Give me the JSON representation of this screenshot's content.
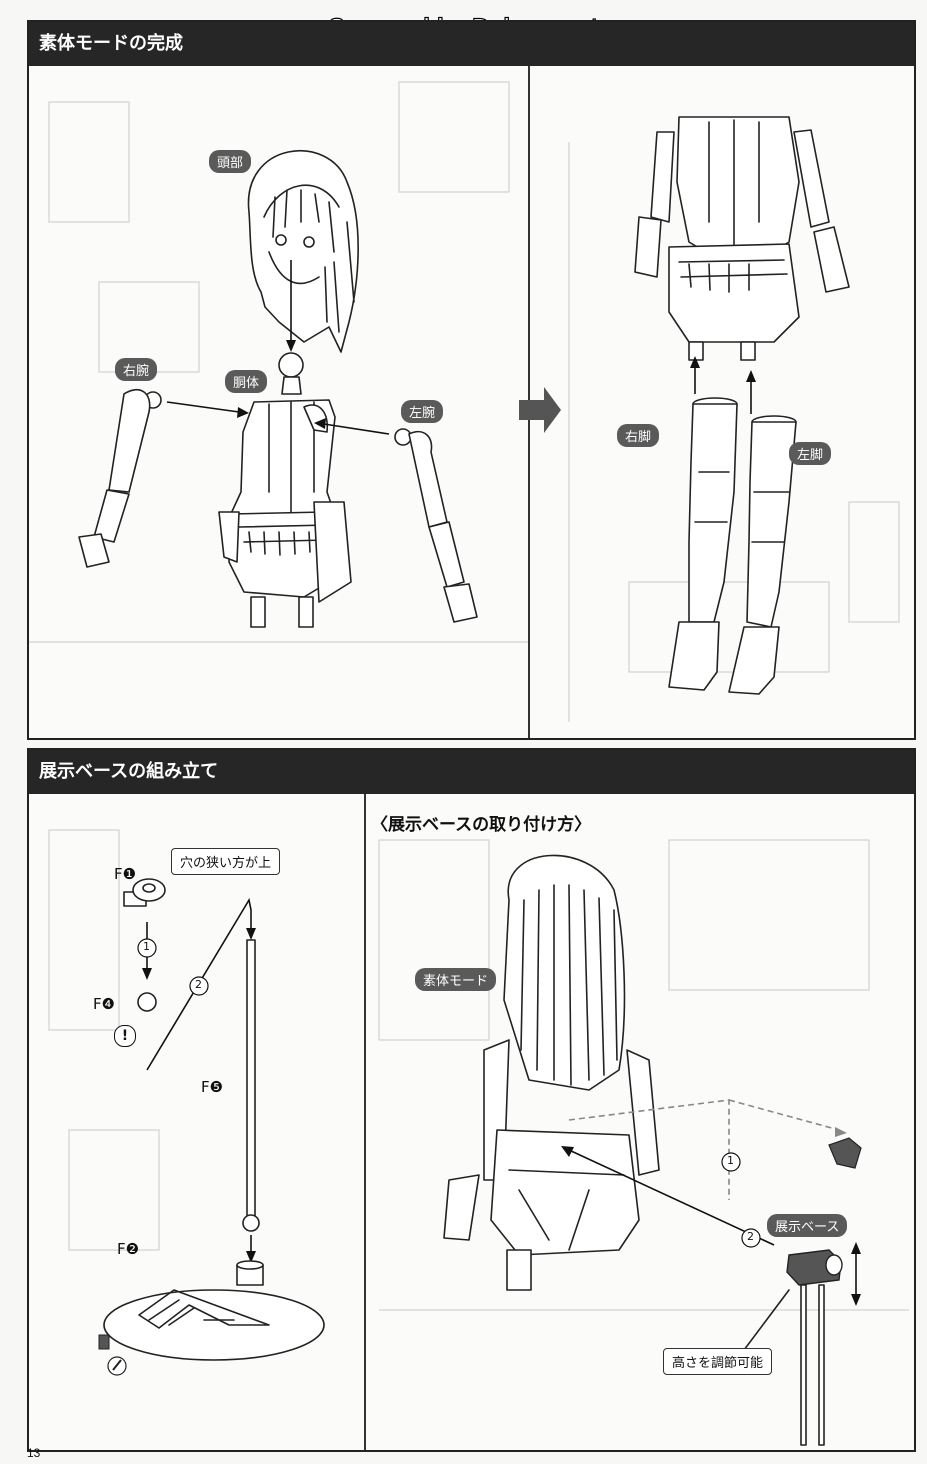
{
  "watermark": "Scanned by Dalong.net",
  "page_number": "13",
  "section1": {
    "title": "素体モードの完成",
    "parts": {
      "head": "頭部",
      "torso": "胴体",
      "right_arm": "右腕",
      "left_arm": "左腕",
      "right_leg": "右脚",
      "left_leg": "左脚"
    }
  },
  "section2": {
    "title": "展示ベースの組み立て",
    "subtitle": "〈展示ベースの取り付け方〉",
    "note_narrow_hole": "穴の狭い方が上",
    "part_f1": "F❶",
    "part_f4": "F❹",
    "part_f5": "F❺",
    "part_f2": "F❷",
    "step1": "1",
    "step2": "2",
    "figure_tag": "素体モード",
    "base_tag": "展示ベース",
    "height_note": "高さを調節可能",
    "caution": "!"
  }
}
